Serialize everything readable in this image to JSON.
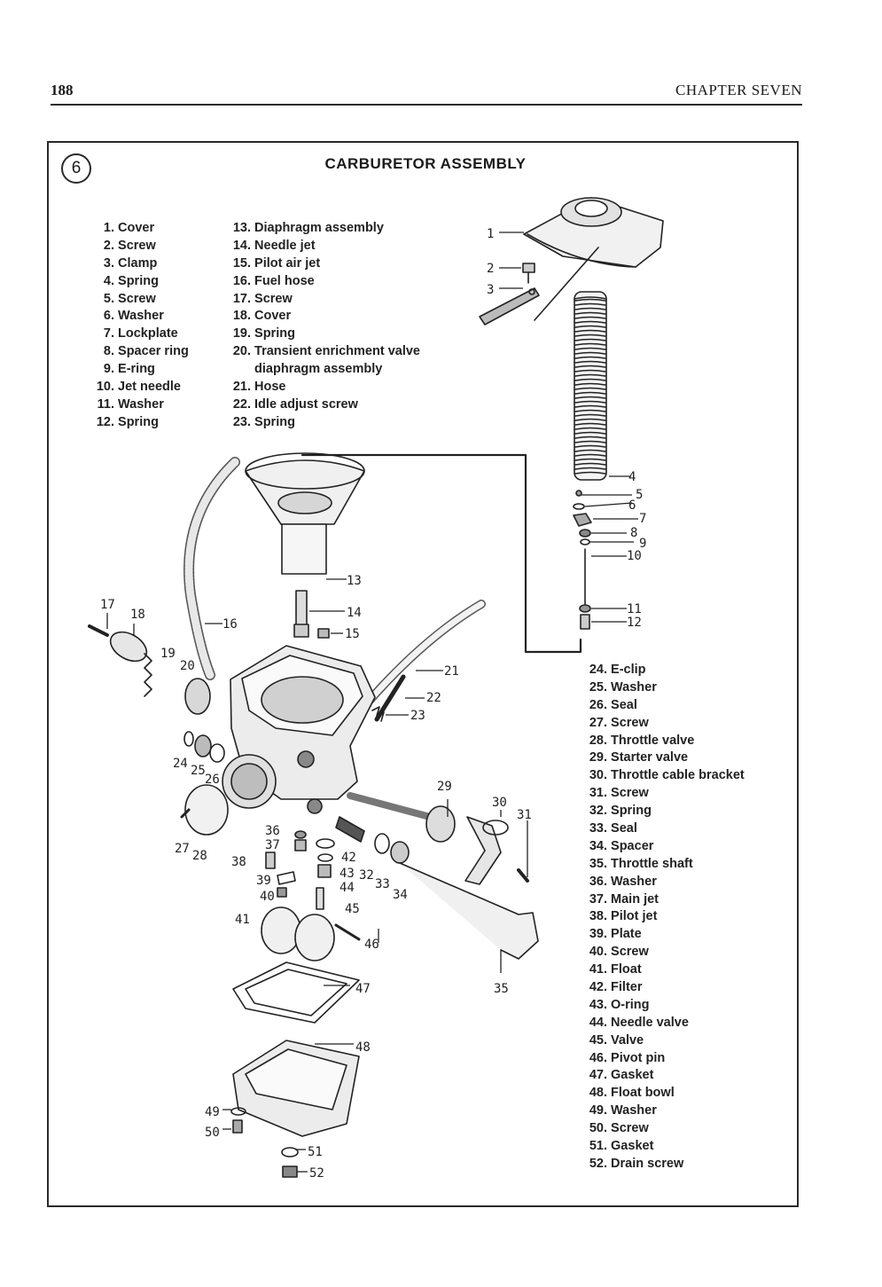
{
  "header": {
    "page_number": "188",
    "chapter": "CHAPTER SEVEN"
  },
  "figure": {
    "number": "6",
    "title": "CARBURETOR ASSEMBLY",
    "parts_a": [
      {
        "n": "1.",
        "name": "Cover"
      },
      {
        "n": "2.",
        "name": "Screw"
      },
      {
        "n": "3.",
        "name": "Clamp"
      },
      {
        "n": "4.",
        "name": "Spring"
      },
      {
        "n": "5.",
        "name": "Screw"
      },
      {
        "n": "6.",
        "name": "Washer"
      },
      {
        "n": "7.",
        "name": "Lockplate"
      },
      {
        "n": "8.",
        "name": "Spacer ring"
      },
      {
        "n": "9.",
        "name": "E-ring"
      },
      {
        "n": "10.",
        "name": "Jet needle"
      },
      {
        "n": "11.",
        "name": "Washer"
      },
      {
        "n": "12.",
        "name": "Spring"
      }
    ],
    "parts_b": [
      {
        "n": "13.",
        "name": "Diaphragm assembly"
      },
      {
        "n": "14.",
        "name": "Needle jet"
      },
      {
        "n": "15.",
        "name": "Pilot air jet"
      },
      {
        "n": "16.",
        "name": "Fuel hose"
      },
      {
        "n": "17.",
        "name": "Screw"
      },
      {
        "n": "18.",
        "name": "Cover"
      },
      {
        "n": "19.",
        "name": "Spring"
      },
      {
        "n": "20.",
        "name": "Transient enrichment valve diaphragm assembly"
      },
      {
        "n": "21.",
        "name": "Hose"
      },
      {
        "n": "22.",
        "name": "Idle adjust screw"
      },
      {
        "n": "23.",
        "name": "Spring"
      }
    ],
    "parts_c": [
      {
        "n": "24.",
        "name": "E-clip"
      },
      {
        "n": "25.",
        "name": "Washer"
      },
      {
        "n": "26.",
        "name": "Seal"
      },
      {
        "n": "27.",
        "name": "Screw"
      },
      {
        "n": "28.",
        "name": "Throttle valve"
      },
      {
        "n": "29.",
        "name": "Starter valve"
      },
      {
        "n": "30.",
        "name": "Throttle cable bracket"
      },
      {
        "n": "31.",
        "name": "Screw"
      },
      {
        "n": "32.",
        "name": "Spring"
      },
      {
        "n": "33.",
        "name": "Seal"
      },
      {
        "n": "34.",
        "name": "Spacer"
      },
      {
        "n": "35.",
        "name": "Throttle shaft"
      },
      {
        "n": "36.",
        "name": "Washer"
      },
      {
        "n": "37.",
        "name": "Main jet"
      },
      {
        "n": "38.",
        "name": "Pilot jet"
      },
      {
        "n": "39.",
        "name": "Plate"
      },
      {
        "n": "40.",
        "name": "Screw"
      },
      {
        "n": "41.",
        "name": "Float"
      },
      {
        "n": "42.",
        "name": "Filter"
      },
      {
        "n": "43.",
        "name": "O-ring"
      },
      {
        "n": "44.",
        "name": "Needle valve"
      },
      {
        "n": "45.",
        "name": "Valve"
      },
      {
        "n": "46.",
        "name": "Pivot pin"
      },
      {
        "n": "47.",
        "name": "Gasket"
      },
      {
        "n": "48.",
        "name": "Float bowl"
      },
      {
        "n": "49.",
        "name": "Washer"
      },
      {
        "n": "50.",
        "name": "Screw"
      },
      {
        "n": "51.",
        "name": "Gasket"
      },
      {
        "n": "52.",
        "name": "Drain screw"
      }
    ],
    "callouts": [
      "1",
      "2",
      "3",
      "4",
      "5",
      "6",
      "7",
      "8",
      "9",
      "10",
      "11",
      "12",
      "13",
      "14",
      "15",
      "16",
      "17",
      "18",
      "19",
      "20",
      "21",
      "22",
      "23",
      "24",
      "25",
      "26",
      "27",
      "28",
      "29",
      "30",
      "31",
      "32",
      "33",
      "34",
      "35",
      "36",
      "37",
      "38",
      "39",
      "40",
      "41",
      "42",
      "43",
      "44",
      "45",
      "46",
      "47",
      "48",
      "49",
      "50",
      "51",
      "52"
    ]
  }
}
